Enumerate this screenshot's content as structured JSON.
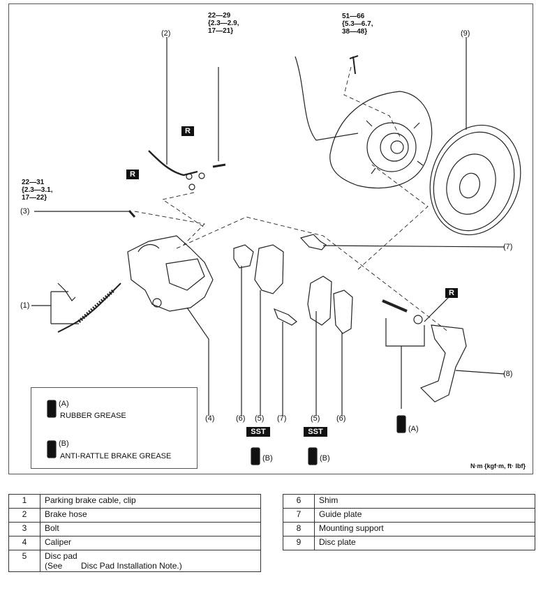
{
  "torque_labels": {
    "bolt_hose": [
      "22—29",
      "{2.3—2.9,",
      "17—21}"
    ],
    "bolt_caliper": [
      "22—31",
      "{2.3—3.1,",
      "17—22}"
    ],
    "bolt_hub": [
      "51—66",
      "{5.3—6.7,",
      "38—48}"
    ]
  },
  "callouts": {
    "c1": "1",
    "c2": "2",
    "c3": "3",
    "c4": "4",
    "c5a": "5",
    "c5b": "5",
    "c6a": "6",
    "c6b": "6",
    "c7a": "7",
    "c7b": "7",
    "c8": "8",
    "c9": "9"
  },
  "badges": {
    "replace": "R",
    "sst": "SST",
    "grease_a": "A",
    "grease_b": "B"
  },
  "legend": {
    "a_label": "A",
    "a_text": "RUBBER GREASE",
    "b_label": "B",
    "b_text": "ANTI-RATTLE BRAKE GREASE"
  },
  "units": "N·m {kgf·m, ft· lbf}",
  "parts_left": [
    {
      "num": "1",
      "name": "Parking brake cable, clip"
    },
    {
      "num": "2",
      "name": "Brake hose"
    },
    {
      "num": "3",
      "name": "Bolt"
    },
    {
      "num": "4",
      "name": "Caliper"
    },
    {
      "num": "5",
      "name": "Disc pad",
      "note": "(See        Disc Pad Installation Note.)"
    }
  ],
  "parts_right": [
    {
      "num": "6",
      "name": "Shim"
    },
    {
      "num": "7",
      "name": "Guide plate"
    },
    {
      "num": "8",
      "name": "Mounting support"
    },
    {
      "num": "9",
      "name": "Disc plate"
    }
  ]
}
